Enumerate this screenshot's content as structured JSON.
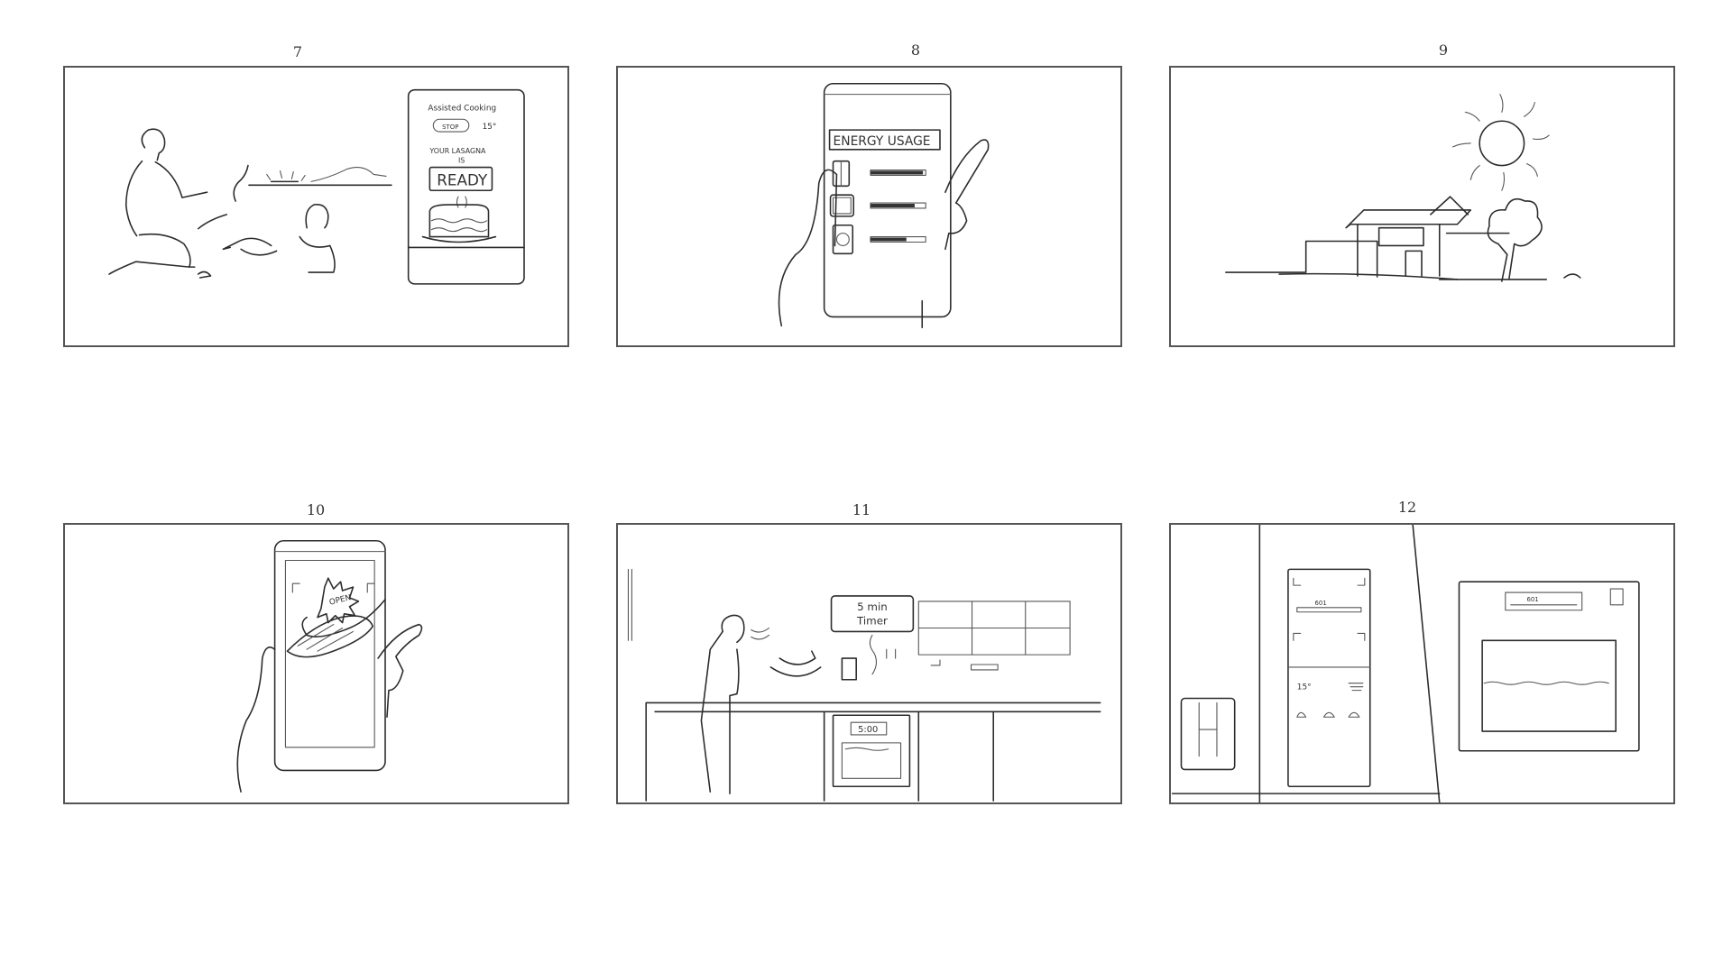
{
  "panels": [
    {
      "number": "7",
      "texts": {
        "app": "Assisted Cooking",
        "stop": "STOP",
        "temp": "15°",
        "msg1": "YOUR LASAGNA",
        "msg2": "IS",
        "status": "READY"
      }
    },
    {
      "number": "8",
      "texts": {
        "title": "ENERGY USAGE"
      }
    },
    {
      "number": "9",
      "texts": {}
    },
    {
      "number": "10",
      "texts": {
        "burst": "OPEN"
      }
    },
    {
      "number": "11",
      "texts": {
        "bubble1": "5 min",
        "bubble2": "Timer",
        "oven": "5:00"
      }
    },
    {
      "number": "12",
      "texts": {
        "fridge_temp": "15°",
        "lcd1": "601",
        "lcd2": "601"
      }
    }
  ],
  "energy_usage_levels": [
    0.95,
    0.8,
    0.65
  ]
}
